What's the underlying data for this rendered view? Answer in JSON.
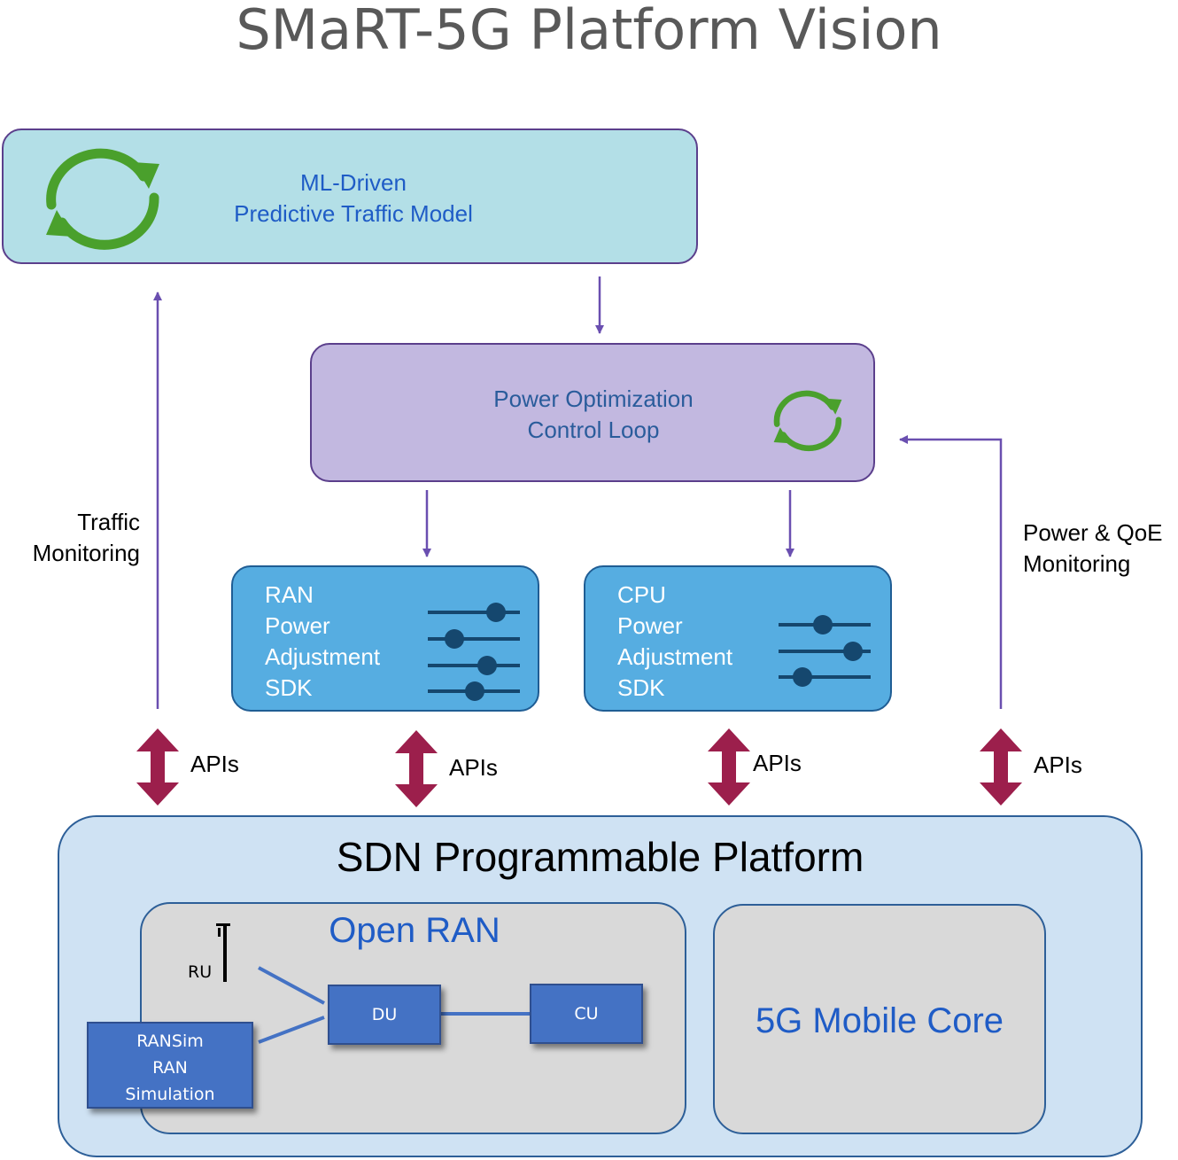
{
  "title": "SMaRT-5G Platform Vision",
  "ml_model": {
    "line1": "ML-Driven",
    "line2": "Predictive Traffic Model"
  },
  "power_loop": {
    "line1": "Power Optimization",
    "line2": "Control Loop"
  },
  "ran_sdk": {
    "lines": [
      "RAN",
      "Power",
      "Adjustment",
      "SDK"
    ]
  },
  "cpu_sdk": {
    "lines": [
      "CPU",
      "Power",
      "Adjustment",
      "SDK"
    ]
  },
  "traffic_monitoring": {
    "line1": "Traffic",
    "line2": "Monitoring"
  },
  "power_qoe_monitoring": {
    "line1": "Power & QoE",
    "line2": "Monitoring"
  },
  "apis": [
    "APIs",
    "APIs",
    "APIs",
    "APIs"
  ],
  "sdn_platform": "SDN Programmable Platform",
  "open_ran": {
    "title": "Open RAN",
    "ru": "RU",
    "du": "DU",
    "cu": "CU",
    "ransim": [
      "RANSim",
      "RAN",
      "Simulation"
    ]
  },
  "mobile_core": "5G Mobile Core",
  "colors": {
    "arrow_purple": "#6a4fb0",
    "api_arrow": "#9c1f4c",
    "cycle_green": "#4aa02c",
    "slider_dark": "#15476e"
  }
}
